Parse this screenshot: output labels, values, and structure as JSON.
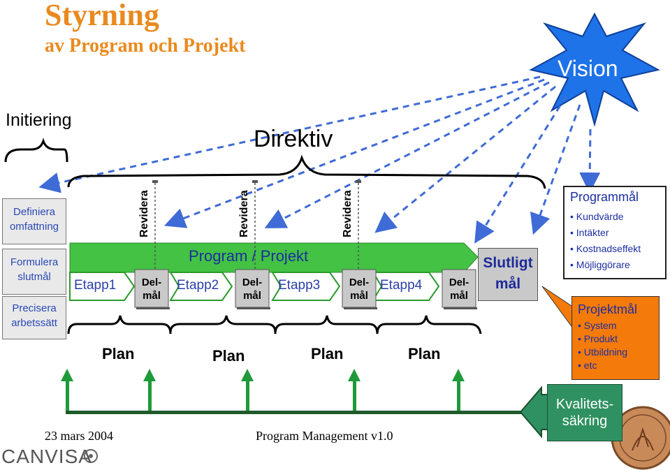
{
  "title": {
    "line1": "Styrning",
    "line2": "av Program och Projekt"
  },
  "vision": "Vision",
  "initiering": "Initiering",
  "direktiv": "Direktiv",
  "left_stack": [
    {
      "line1": "Definiera",
      "line2": "omfattning"
    },
    {
      "line1": "Formulera",
      "line2": "slutmål"
    },
    {
      "line1": "Precisera",
      "line2": "arbetssätt"
    }
  ],
  "revidera": [
    "Revidera",
    "Revidera",
    "Revidera"
  ],
  "program_projekt": "Program / Projekt",
  "etapper": [
    "Etapp1",
    "Etapp2",
    "Etapp3",
    "Etapp4"
  ],
  "delmal": [
    {
      "line1": "Del-",
      "line2": "mål"
    },
    {
      "line1": "Del-",
      "line2": "mål"
    },
    {
      "line1": "Del-",
      "line2": "mål"
    },
    {
      "line1": "Del-",
      "line2": "mål"
    }
  ],
  "slutligt_mal": {
    "line1": "Slutligt",
    "line2": "mål"
  },
  "plans": [
    "Plan",
    "Plan",
    "Plan",
    "Plan"
  ],
  "programmal": {
    "heading": "Programmål",
    "items": [
      "Kundvärde",
      "Intäkter",
      "Kostnadseffekt",
      "Möjliggörare"
    ]
  },
  "projektmal": {
    "heading": "Projektmål",
    "items": [
      "System",
      "Produkt",
      "Utbildning",
      "etc"
    ]
  },
  "kvalitetssakring": {
    "line1": "Kvalitets-",
    "line2": "säkring"
  },
  "footer": {
    "date": "23 mars 2004",
    "doc": "Program Management v1.0",
    "logo": "CANVISA"
  },
  "colors": {
    "title": "#e98a1e",
    "arrow_green": "#3fbf3f",
    "vision_blue": "#1e73e8",
    "dashed_blue": "#3f6bd6",
    "projekt_orange": "#f47a0a",
    "kval_green": "#2f9161"
  }
}
